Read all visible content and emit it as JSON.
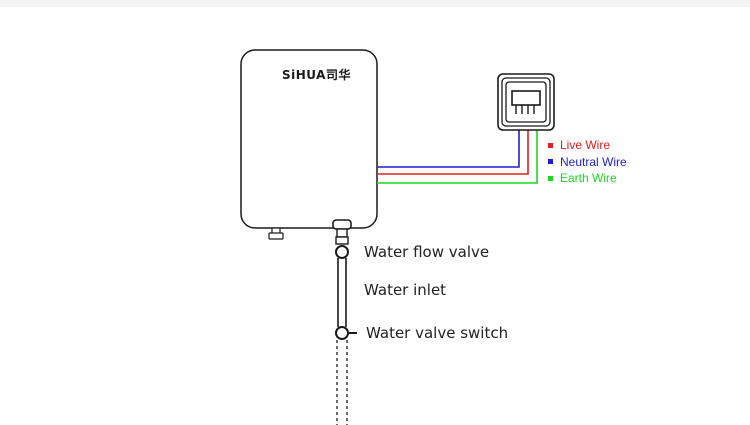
{
  "brand": {
    "logo_text": "SiHUA司华"
  },
  "legend": [
    {
      "label": "Live Wire",
      "color": "#e0201f"
    },
    {
      "label": "Neutral Wire",
      "color": "#1d1fd6"
    },
    {
      "label": "Earth Wire",
      "color": "#1fd81f"
    }
  ],
  "labels": {
    "water_flow_valve": "Water flow valve",
    "water_inlet": "Water inlet",
    "water_valve_switch": "Water valve switch"
  },
  "colors": {
    "outline": "#1a1a1a",
    "live": "#e0201f",
    "neutral": "#1d1fd6",
    "earth": "#1fd81f",
    "background_band": "#f3f3f3"
  }
}
